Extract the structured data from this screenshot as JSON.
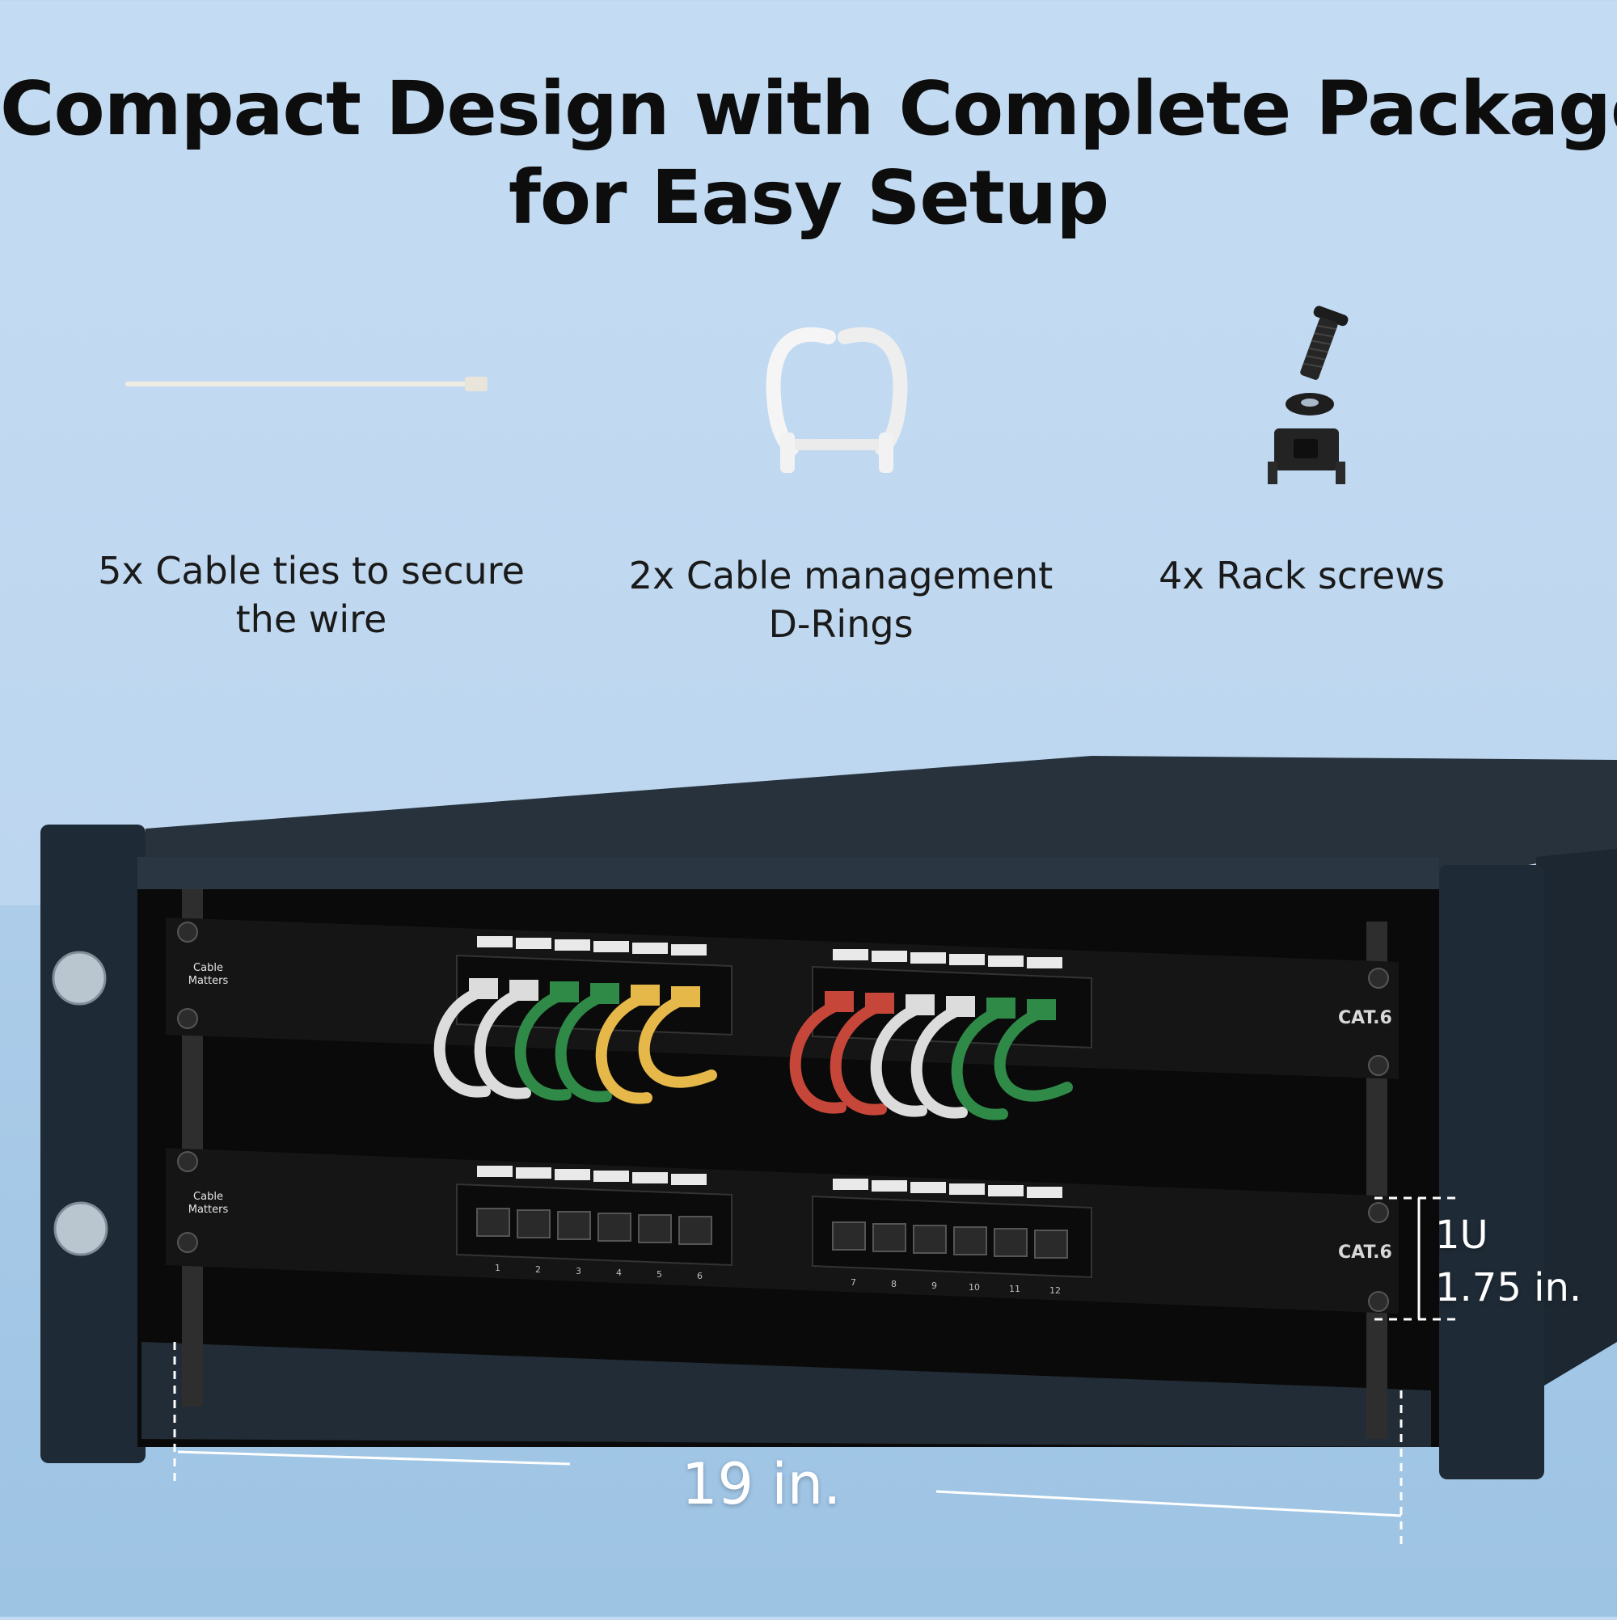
{
  "headline": {
    "line1": "Compact Design with Complete Package",
    "line2": "for Easy Setup"
  },
  "accessories": [
    {
      "icon": "cable-tie-icon",
      "caption_line1": "5x Cable ties to secure",
      "caption_line2": "the wire"
    },
    {
      "icon": "d-ring-icon",
      "caption_line1": "2x Cable management",
      "caption_line2": "D-Rings"
    },
    {
      "icon": "rack-screw-icon",
      "caption_line1": "4x Rack screws",
      "caption_line2": ""
    }
  ],
  "rack": {
    "brand_line1": "Cable Matters",
    "panel_label": "CAT.6",
    "height_unit": "1U",
    "height_value": "1.75 in.",
    "width_value": "19 in.",
    "port_numbers_left": [
      "1",
      "2",
      "3",
      "4",
      "5",
      "6"
    ],
    "port_numbers_right": [
      "7",
      "8",
      "9",
      "10",
      "11",
      "12"
    ]
  },
  "colors": {
    "background": "#c4dcf3",
    "rack_body": "#1f2b36",
    "panel": "#141414",
    "cable_white": "#d9d9d9",
    "cable_green": "#2f8a47",
    "cable_yellow": "#e6b84a",
    "cable_red": "#c6473a"
  }
}
